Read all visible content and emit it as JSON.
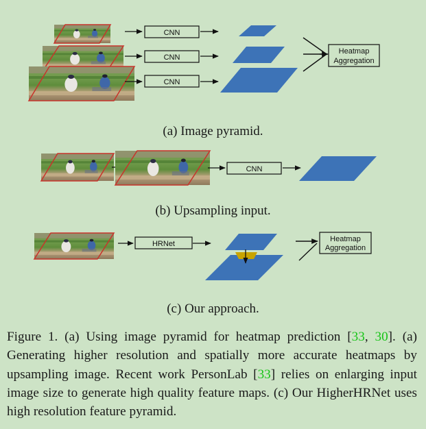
{
  "box_labels": {
    "cnn": "CNN",
    "hrnet": "HRNet",
    "heatmap_line1": "Heatmap",
    "heatmap_line2": "Aggregation"
  },
  "subcaptions": {
    "a": "(a) Image pyramid.",
    "b": "(b) Upsampling input.",
    "c": "(c) Our approach."
  },
  "caption": {
    "prefix": "Figure 1. (a) Using image pyramid for heatmap prediction [",
    "cite1": "33",
    "sep1": ",",
    "cite2": "30",
    "mid": "]. (a) Generating higher resolution and spatially more accurate heatmaps by upsampling image. Recent work PersonLab [",
    "cite3": "33",
    "suffix": "] relies on enlarging input image size to generate high quality feature maps. (c) Our HigherHRNet uses high resolution feature pyramid."
  },
  "colors": {
    "background": "#cde3c6",
    "feature_map": "#3d73b7",
    "citation": "#17c417",
    "image_border": "#c8332a",
    "fusion_block": "#c9a400"
  }
}
